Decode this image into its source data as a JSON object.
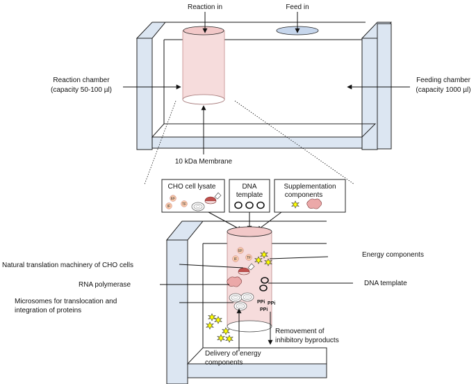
{
  "top": {
    "reaction_in": "Reaction in",
    "feed_in": "Feed in",
    "reaction_chamber": "Reaction chamber",
    "reaction_capacity": "(capacity 50-100 µl)",
    "feeding_chamber": "Feeding chamber",
    "feeding_capacity": "(capacity 1000 µl)",
    "membrane": "10 kDa Membrane"
  },
  "boxes": {
    "lysate": "CHO cell lysate",
    "dna_line1": "DNA",
    "dna_line2": "template",
    "supp_line1": "Supplementation",
    "supp_line2": "components"
  },
  "factors": {
    "ef": "EF",
    "if": "IF",
    "tf": "TF",
    "ppi": "PPi"
  },
  "annotations": {
    "translation_machinery": "Natural translation machinery of CHO cells",
    "rna_polymerase": "RNA polymerase",
    "microsomes_line1": "Microsomes for translocation and",
    "microsomes_line2": "integration of proteins",
    "energy_components": "Energy components",
    "dna_template": "DNA template",
    "removement_line1": "Removement of",
    "removement_line2": "inhibitory byproducts",
    "delivery_line1": "Delivery of energy",
    "delivery_line2": "components"
  },
  "colors": {
    "frame_blue": "#dce6f2",
    "chamber_pink": "#f6dcdc",
    "reaction_in_pink": "#f2c8c8",
    "feed_in_blue": "#c6d6ec",
    "factor_orange": "#f8c8a8",
    "ribosome_red": "#c0504d",
    "polymerase_pink": "#eba8a8",
    "star_yellow": "#ffff00"
  }
}
